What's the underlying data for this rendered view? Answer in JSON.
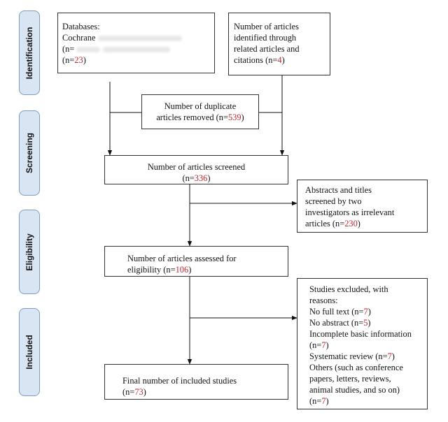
{
  "phases": {
    "identification": "Identification",
    "screening": "Screening",
    "eligibility": "Eligibility",
    "included": "Included"
  },
  "boxes": {
    "databases": {
      "line1": "Databases:",
      "line2": "Cochrane",
      "line3_prefix": "(n=",
      "line3_suffix": "",
      "line4_pre": "(n=",
      "n": "23",
      "line4_post": ")"
    },
    "related": {
      "lines": [
        "Number of articles",
        "identified through",
        "related articles and"
      ],
      "last_pre": "citations (n=",
      "n": "4",
      "last_post": ")"
    },
    "duplicates": {
      "line1": "Number of duplicate",
      "line2_pre": "articles removed (n=",
      "n": "539",
      "line2_post": ")"
    },
    "screened": {
      "line1": "Number of articles screened",
      "line2_pre": "(n=",
      "n": "336",
      "line2_post": ")"
    },
    "abstracts": {
      "lines": [
        "Abstracts and titles",
        "screened by two",
        "investigators as irrelevant"
      ],
      "last_pre": "articles (n=",
      "n": "230",
      "last_post": ")"
    },
    "eligibility": {
      "line1": "Number of articles assessed for",
      "line2_pre": "eligibility (n=",
      "n": "106",
      "line2_post": ")"
    },
    "excluded": {
      "line1": "Studies excluded, with",
      "line2": "reasons:",
      "fulltext_pre": "No full text (n=",
      "fulltext_n": "7",
      "fulltext_post": ")",
      "abstract_pre": "No abstract (n=",
      "abstract_n": "5",
      "abstract_post": ")",
      "incomplete_line1": "Incomplete basic information",
      "incomplete_pre": "(n=",
      "incomplete_n": "7",
      "incomplete_post": ")",
      "systematic_pre": "Systematic review (n=",
      "systematic_n": "7",
      "systematic_post": ")",
      "others_lines": [
        "Others (such as conference",
        "papers, letters, reviews,",
        "animal studies, and so on)"
      ],
      "others_pre": "(n=",
      "others_n": "7",
      "others_post": ")"
    },
    "final": {
      "line1": "Final number of included studies",
      "line2_pre": "(n=",
      "n": "73",
      "line2_post": ")"
    }
  }
}
